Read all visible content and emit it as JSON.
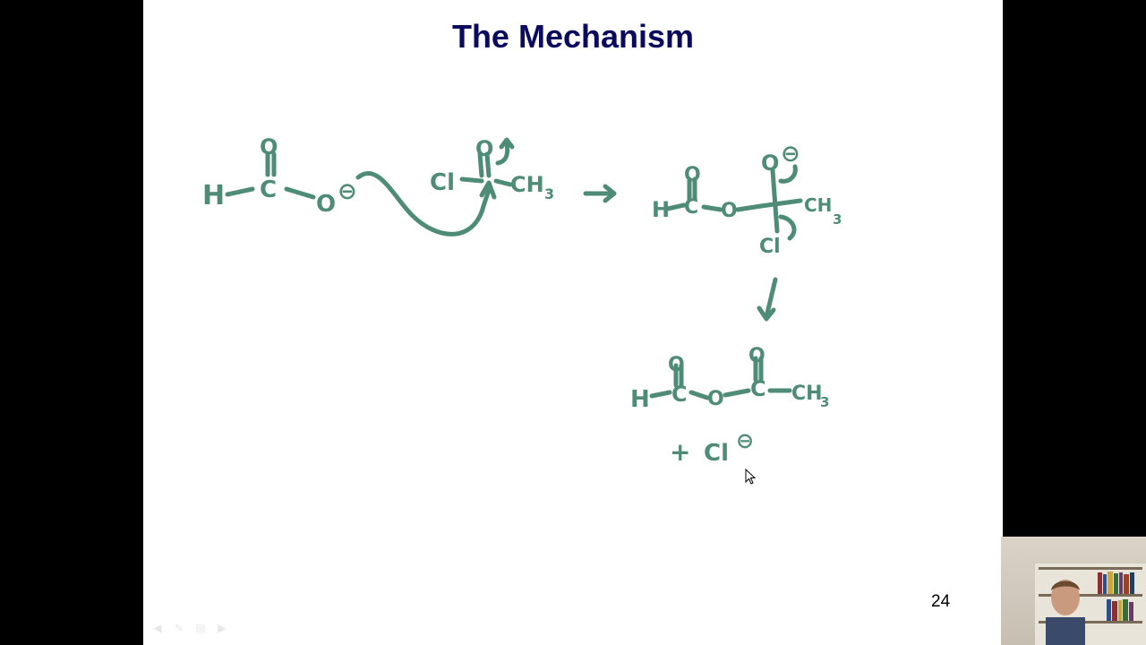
{
  "slide": {
    "title": "The Mechanism",
    "page_number": "24"
  },
  "drawing": {
    "ink_color": "#4e8c77",
    "reactant1": {
      "H": "H",
      "C": "C",
      "O_top": "O",
      "O_single": "O"
    },
    "reactant2": {
      "Cl": "Cl",
      "O": "O",
      "CH": "CH",
      "sub3": "3"
    },
    "intermediate": {
      "H": "H",
      "C": "C",
      "O_single": "O",
      "O_top": "O",
      "CH": "CH",
      "sub3": "3",
      "Cl": "Cl"
    },
    "product": {
      "H": "H",
      "C1": "C",
      "O_bridge": "O",
      "C2": "C",
      "O_top1": "O",
      "O_top2": "O",
      "CH": "CH",
      "sub3": "3"
    },
    "byproduct": {
      "plus": "+",
      "Cl": "Cl"
    },
    "charge_symbol": "⊖"
  },
  "toolbar": {
    "icons": [
      "previous-icon",
      "pen-icon",
      "menu-icon",
      "next-icon"
    ]
  },
  "webcam": {
    "description": "presenter webcam feed"
  },
  "colors": {
    "title": "#0a0a5e",
    "ink": "#4e8c77",
    "background": "#000000",
    "slide": "#ffffff"
  }
}
